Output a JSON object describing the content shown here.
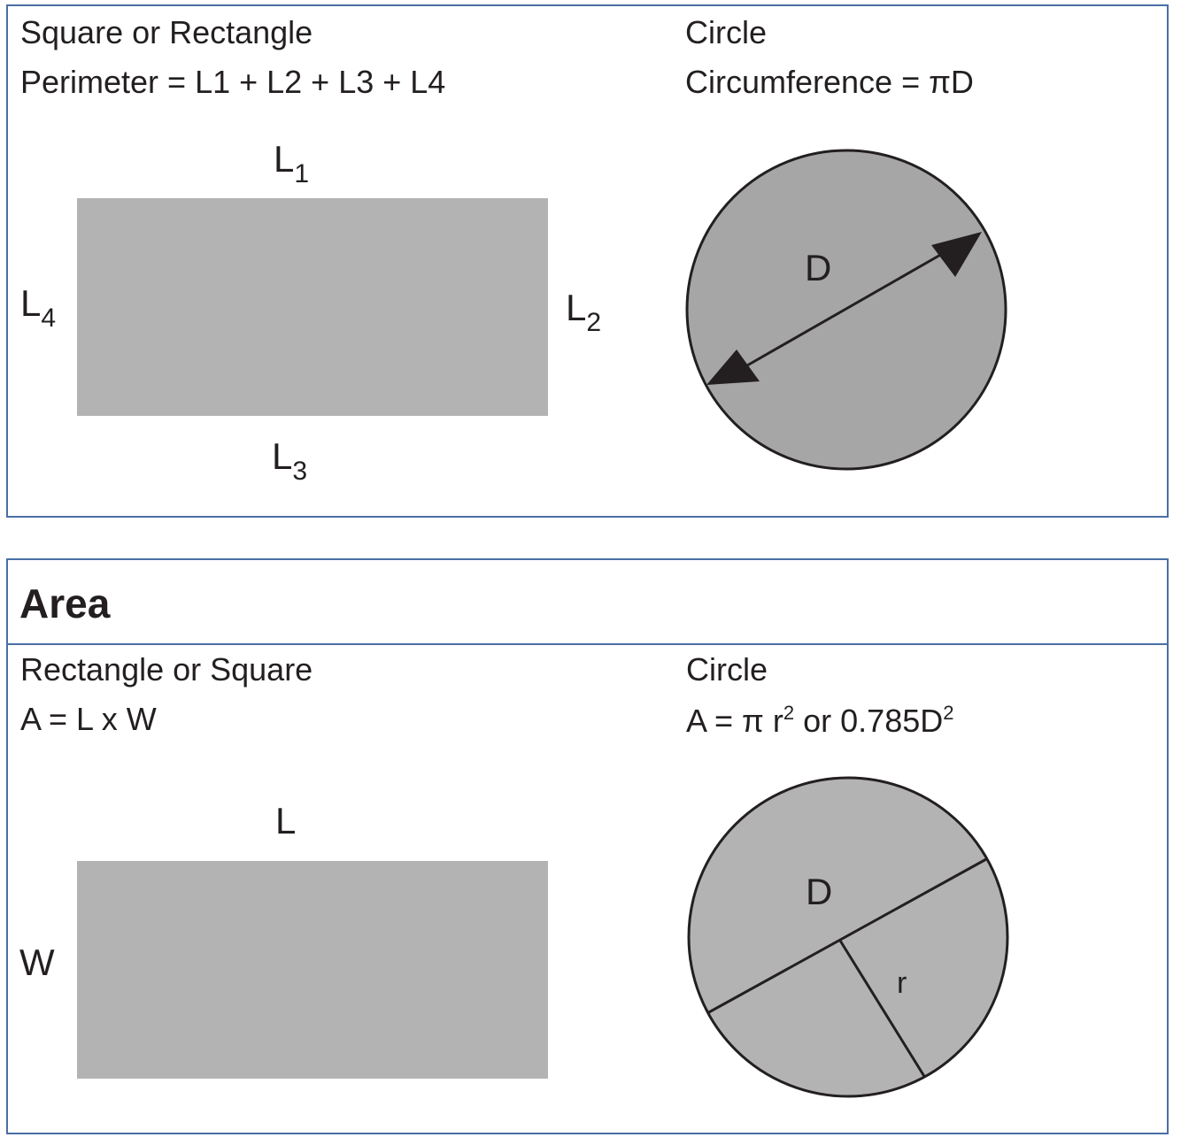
{
  "perimeter": {
    "rect": {
      "title": "Square or Rectangle",
      "formula": "Perimeter = L1 + L2 + L3 + L4",
      "labels": {
        "top": {
          "base": "L",
          "sub": "1"
        },
        "right": {
          "base": "L",
          "sub": "2"
        },
        "bottom": {
          "base": "L",
          "sub": "3"
        },
        "left": {
          "base": "L",
          "sub": "4"
        }
      }
    },
    "circle": {
      "title": "Circle",
      "formula": "Circumference = πD",
      "diameter_label": "D"
    }
  },
  "area": {
    "heading": "Area",
    "rect": {
      "title": "Rectangle or Square",
      "formula": "A = L x W",
      "length_label": "L",
      "width_label": "W"
    },
    "circle": {
      "title": "Circle",
      "formula_part1": "A = π r",
      "formula_exp1": "2",
      "formula_part2": " or 0.785D",
      "formula_exp2": "2",
      "diameter_label": "D",
      "radius_label": "r"
    }
  },
  "colors": {
    "border": "#4a6fa5",
    "rect_fill": "#b3b3b3",
    "perimeter_circle_fill": "#a6a6a6",
    "area_circle_fill": "#b3b3b3",
    "stroke": "#231f20"
  }
}
